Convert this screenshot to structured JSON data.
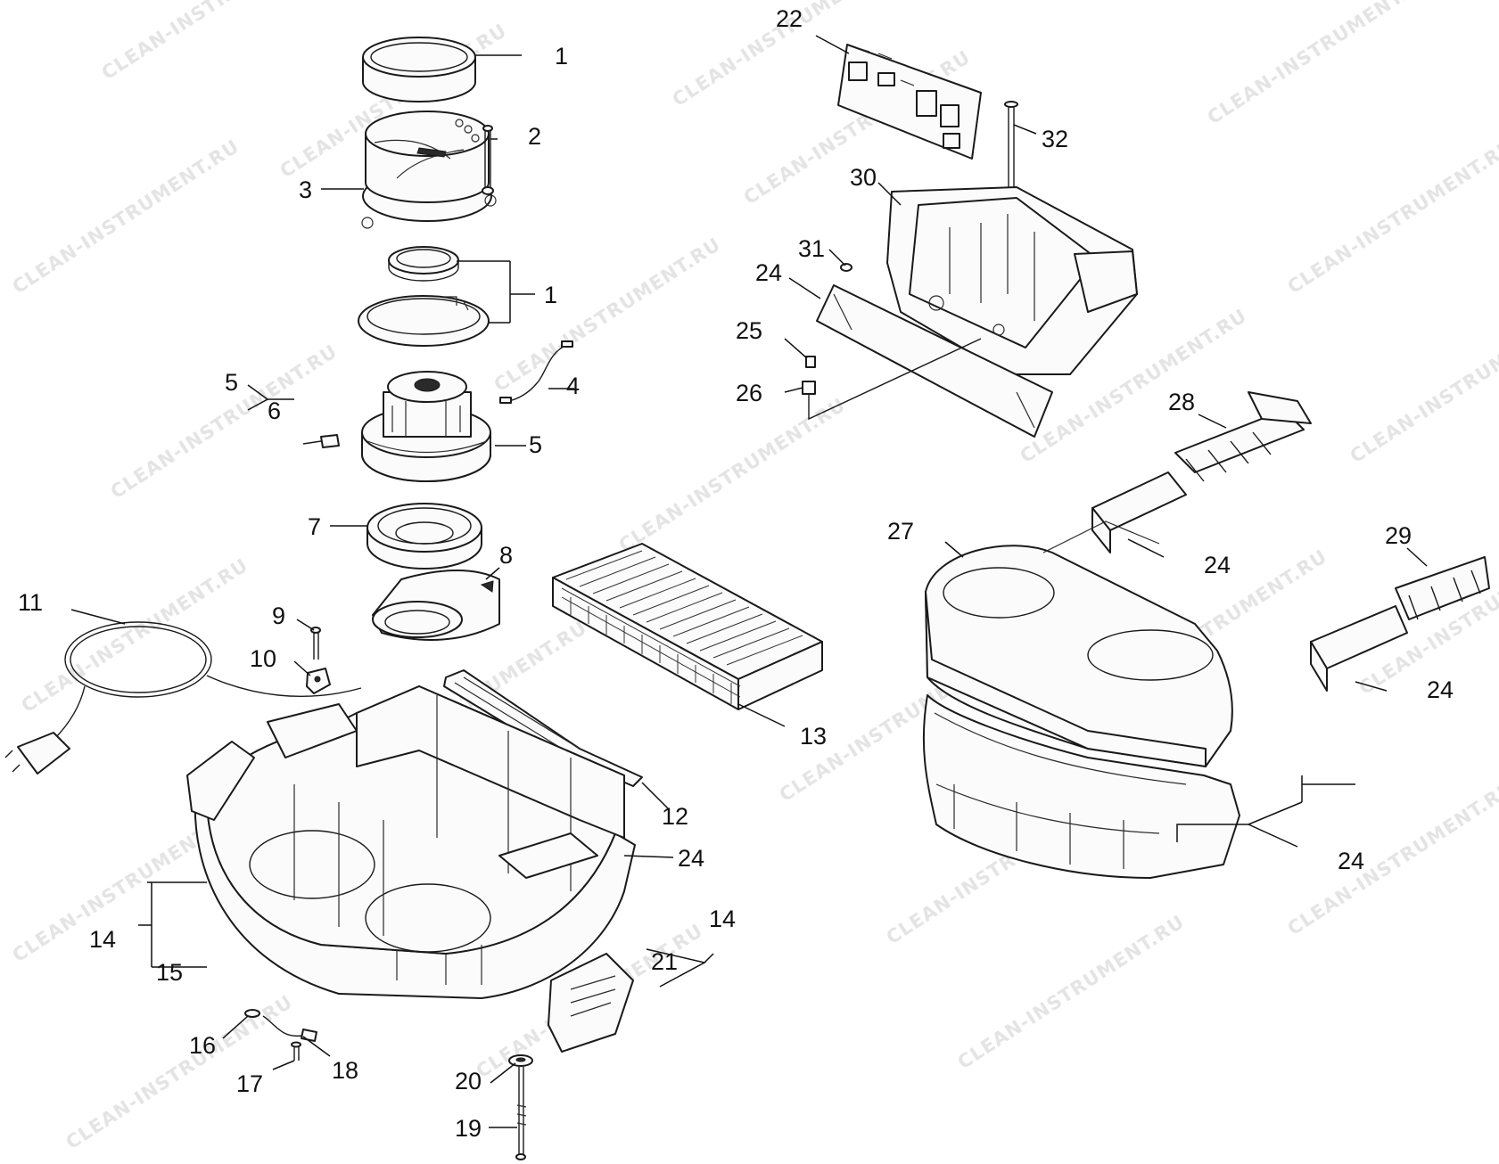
{
  "watermark": "CLEAN-INSTRUMENT.RU",
  "callouts": {
    "c1a": "1",
    "c2": "2",
    "c3": "3",
    "c1b": "1",
    "c4": "4",
    "c5a": "5",
    "c6": "6",
    "c5b": "5",
    "c7": "7",
    "c8": "8",
    "c9": "9",
    "c10": "10",
    "c11": "11",
    "c12": "12",
    "c13": "13",
    "c14a": "14",
    "c15": "15",
    "c14b": "14",
    "c21": "21",
    "c24e": "24",
    "c16": "16",
    "c17": "17",
    "c18": "18",
    "c20": "20",
    "c19": "19",
    "c22": "22",
    "c32": "32",
    "c30": "30",
    "c31": "31",
    "c24a": "24",
    "c25": "25",
    "c26": "26",
    "c28": "28",
    "c27": "27",
    "c24b": "24",
    "c29": "29",
    "c24c": "24",
    "c24d": "24"
  },
  "colors": {
    "line": "#1a1a1a",
    "watermark": "#cfcfcf"
  }
}
